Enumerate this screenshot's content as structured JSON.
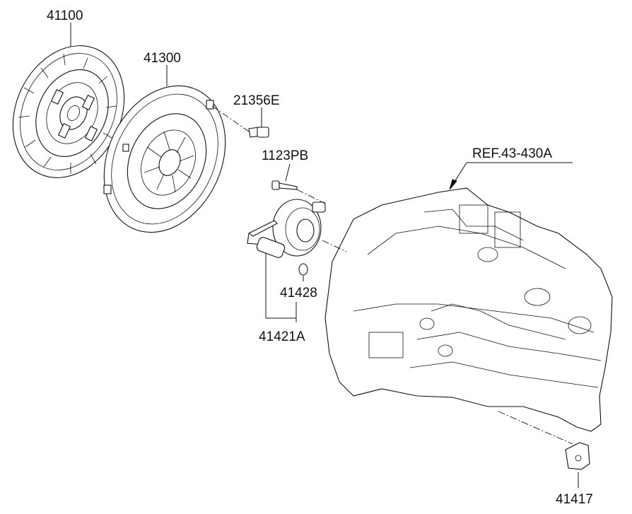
{
  "parts": {
    "clutch_disc": "41100",
    "pressure_plate": "41300",
    "bolt": "21356E",
    "bolt_2": "1123PB",
    "o_ring": "41428",
    "release_cylinder": "41421A",
    "cover": "41417"
  },
  "reference": {
    "transmission": "REF.43-430A"
  }
}
